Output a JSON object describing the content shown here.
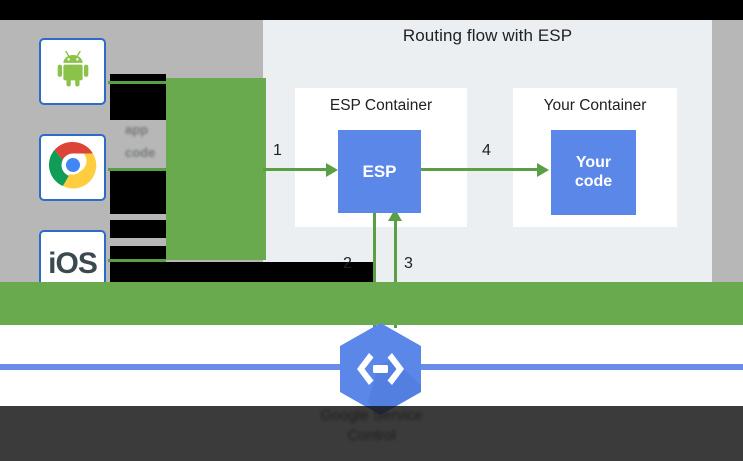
{
  "diagram": {
    "title": "Routing flow with ESP",
    "containers": [
      {
        "title": "ESP Container",
        "box_label": "ESP"
      },
      {
        "title": "Your Container",
        "box_label": "Your\ncode"
      }
    ],
    "esp_box_label": "ESP",
    "your_code_label_line1": "Your",
    "your_code_label_line2": "code",
    "steps": [
      {
        "number": "1",
        "description": "client request into ESP"
      },
      {
        "number": "2",
        "description": "ESP down to Google Service Control"
      },
      {
        "number": "3",
        "description": "Google Service Control back up to ESP"
      },
      {
        "number": "4",
        "description": "ESP to your code"
      }
    ],
    "clients": [
      {
        "name": "android",
        "icon": "android-icon",
        "label": ""
      },
      {
        "name": "chrome",
        "icon": "chrome-icon",
        "label": ""
      },
      {
        "name": "ios",
        "icon": "ios-icon",
        "label": "iOS"
      }
    ],
    "obscured_labels": {
      "client_note_line1": "app",
      "client_note_line2": "code"
    },
    "service": {
      "icon": "endpoints-hexagon-icon",
      "caption_line1": "Google Service",
      "caption_line2": "Control"
    },
    "colors": {
      "accent_blue": "#5b87e8",
      "rail_blue": "#6a8ce8",
      "arrow_green": "#5a9e46",
      "block_green": "#6aaa4f",
      "panel_bg": "#eceff1",
      "surround_gray": "#b7b7b7",
      "tile_border": "#2b6cc4",
      "text_dark": "#202124"
    }
  }
}
